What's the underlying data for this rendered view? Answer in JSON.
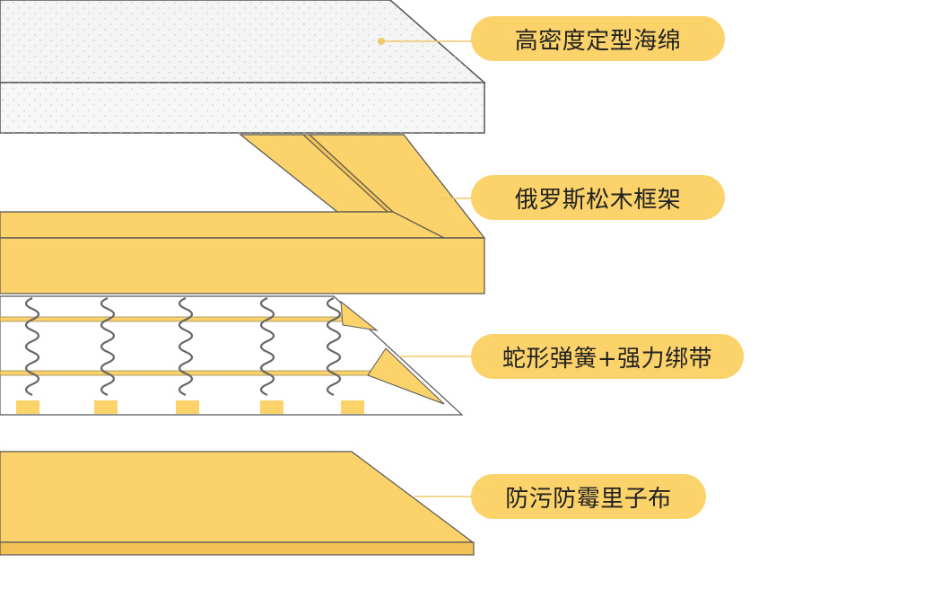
{
  "layers": [
    {
      "label": "高密度定型海绵"
    },
    {
      "label": "俄罗斯松木框架"
    },
    {
      "label": "蛇形弹簧+强力绑带"
    },
    {
      "label": "防污防霉里子布"
    }
  ],
  "colors": {
    "accent": "#fcd26a",
    "wood": "#fcd26a",
    "wood_dark": "#e8b94a",
    "foam": "#f5f5f5",
    "outline": "#555555",
    "leader_line": "#f0c96a",
    "text": "#222222"
  }
}
